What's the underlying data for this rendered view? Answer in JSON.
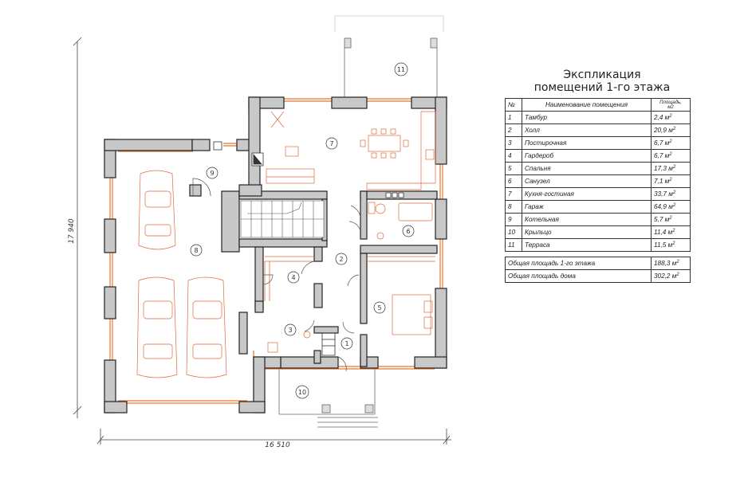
{
  "title": {
    "line1": "Экспликация",
    "line2": "помещений 1-го этажа"
  },
  "dimensions": {
    "width": "16 510",
    "height": "17 940"
  },
  "table": {
    "header": {
      "num": "№",
      "name": "Наименование помещения",
      "area_line1": "Площадь,",
      "area_line2": "м2"
    },
    "rows": [
      {
        "num": "1",
        "name": "Тамбур",
        "area": "2,4 м",
        "sup": "2"
      },
      {
        "num": "2",
        "name": "Холл",
        "area": "20,9 м",
        "sup": "2"
      },
      {
        "num": "3",
        "name": "Постирочная",
        "area": "6,7 м",
        "sup": "2"
      },
      {
        "num": "4",
        "name": "Гардероб",
        "area": "6,7 м",
        "sup": "2"
      },
      {
        "num": "5",
        "name": "Спальня",
        "area": "17,3 м",
        "sup": "2"
      },
      {
        "num": "6",
        "name": "Санузел",
        "area": "7,1 м",
        "sup": "2"
      },
      {
        "num": "7",
        "name": "Кухня-гостиная",
        "area": "33,7 м",
        "sup": "2"
      },
      {
        "num": "8",
        "name": "Гараж",
        "area": "64,9 м",
        "sup": "2"
      },
      {
        "num": "9",
        "name": "Котельная",
        "area": "5,7 м",
        "sup": "2"
      },
      {
        "num": "10",
        "name": "Крыльцо",
        "area": "11,4 м",
        "sup": "2"
      },
      {
        "num": "11",
        "name": "Терраса",
        "area": "11,5 м",
        "sup": "2"
      }
    ],
    "totals": [
      {
        "name": "Общая площадь 1-го этажа",
        "area": "188,3 м",
        "sup": "2"
      },
      {
        "name": "Общая площадь дома",
        "area": "302,2 м",
        "sup": "2"
      }
    ]
  },
  "room_labels": [
    "1",
    "2",
    "3",
    "4",
    "5",
    "6",
    "7",
    "8",
    "9",
    "10",
    "11"
  ],
  "colors": {
    "wall": "#333333",
    "wall_fill": "#c8c8c8",
    "window": "#e8772e",
    "furniture": "#e06a3a",
    "line": "#555555"
  }
}
